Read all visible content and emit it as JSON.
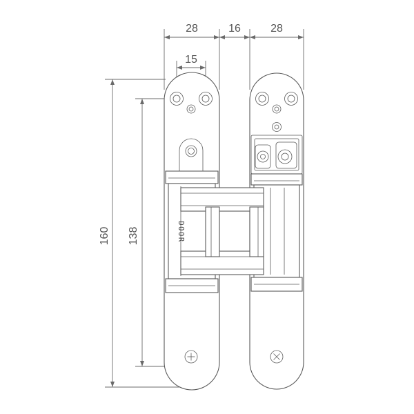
{
  "dimensions": {
    "top_left_width": "28",
    "gap_width": "16",
    "top_right_width": "28",
    "hole_spacing": "15",
    "overall_height": "160",
    "hole_height": "138"
  },
  "labels": {
    "stamp": "DOOR"
  }
}
